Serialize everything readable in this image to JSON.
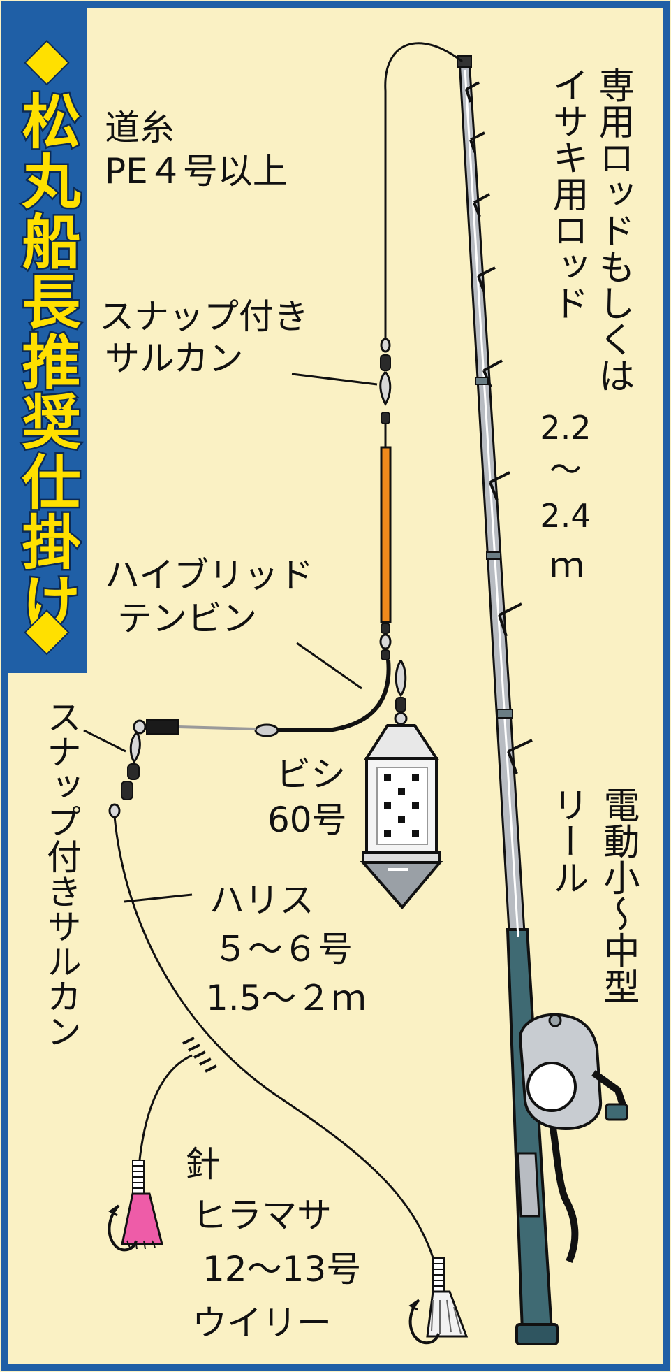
{
  "colors": {
    "background": "#faf1c4",
    "border": "#1f5fa6",
    "title_bg": "#1f5fa6",
    "title_text": "#ffe000",
    "title_outline": "#0b2a55",
    "line": "#111111",
    "rod_light": "#b8bcc2",
    "rod_dark": "#3f6a73",
    "tenbin_orange": "#f08a1c",
    "lure_pink": "#ee5ca8",
    "lure_white": "#f2f2f2"
  },
  "title": {
    "diamond_top": "◆",
    "text": "松丸船長推奨仕掛け",
    "diamond_bottom": "◆"
  },
  "labels": {
    "michiito": {
      "line1": "道糸",
      "line2": "PE４号以上"
    },
    "snap_top": {
      "line1": "スナップ付き",
      "line2": "サルカン"
    },
    "tenbin": {
      "line1": "ハイブリッド",
      "line2": "テンビン"
    },
    "bishi": {
      "line1": "ビシ",
      "line2": "60号"
    },
    "harisu": {
      "line1": "ハリス",
      "line2": "５～６号",
      "line3": "1.5～２ｍ"
    },
    "hari": {
      "line1": "針",
      "line2": "ヒラマサ",
      "line3": "12～13号",
      "line4": "ウイリー"
    },
    "snap_left": {
      "text": "スナップ付きサルカン"
    },
    "rod": {
      "col1": "専用ロッドもしくは",
      "col2": "イサキ用ロッド",
      "len1": "2.2",
      "len2": "～",
      "len3": "2.4",
      "len4": "ｍ"
    },
    "reel": {
      "col1": "電動小～中型",
      "col2": "リール"
    }
  }
}
